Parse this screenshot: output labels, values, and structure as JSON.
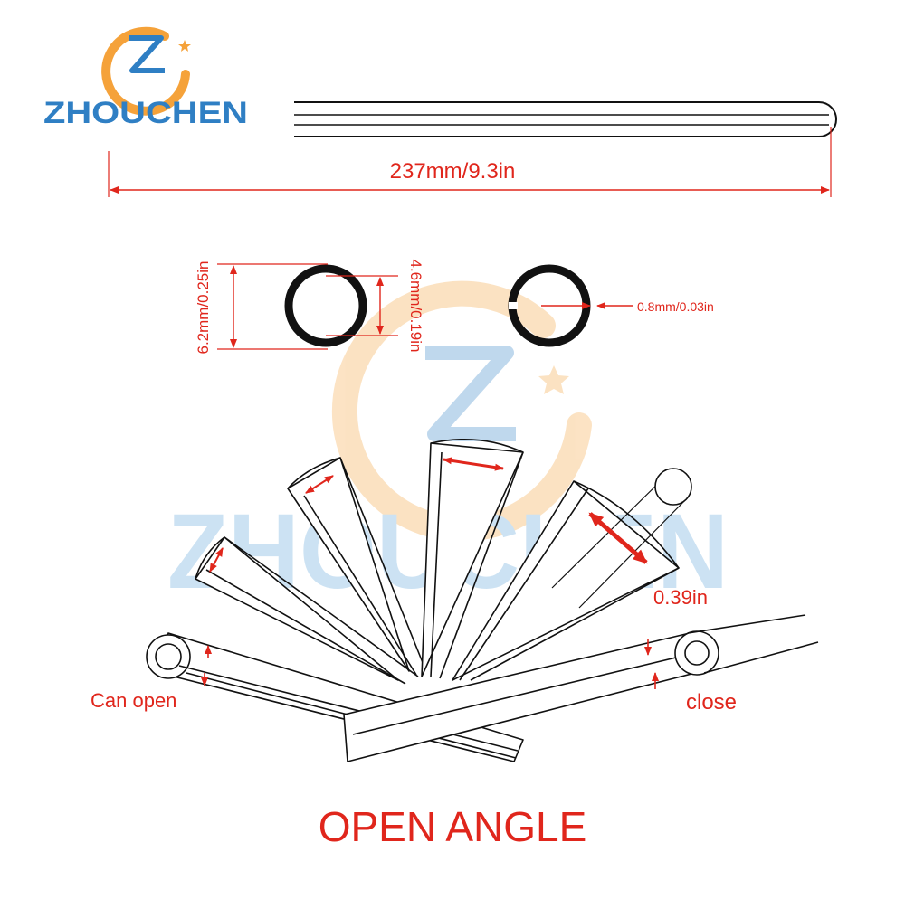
{
  "brand": {
    "name": "ZHOUCHEN",
    "watermark_text": "ZHOUCHEN",
    "logo_color_orange": "#f5a23a",
    "logo_color_blue": "#2f7fc4"
  },
  "dimensions": {
    "length_label": "237mm/9.3in",
    "outer_diameter_label": "6.2mm/0.25in",
    "inner_diameter_label": "4.6mm/0.19in",
    "wall_thickness_label": "0.8mm/0.03in",
    "opening_label": "0.39in"
  },
  "annotations": {
    "can_open": "Can open",
    "close": "close"
  },
  "caption": "OPEN ANGLE",
  "colors": {
    "annotation_red": "#e0261c",
    "line_black": "#111111"
  }
}
